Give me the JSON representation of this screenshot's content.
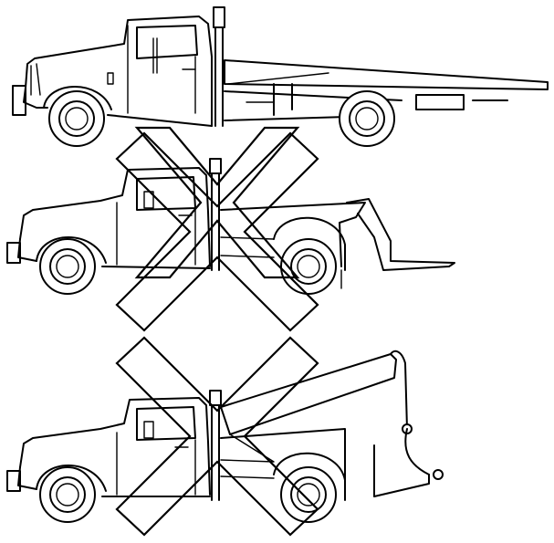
{
  "figure": {
    "background": "#ffffff",
    "line_color": "#000000",
    "trucks": [
      {
        "kind": "flatbed-rollback-tow-truck",
        "status": "acceptable",
        "crossed_out": false
      },
      {
        "kind": "wheel-lift-tow-truck",
        "status": "not-acceptable",
        "crossed_out": true
      },
      {
        "kind": "hook-and-chain-boom-tow-truck",
        "status": "not-acceptable",
        "crossed_out": true
      }
    ]
  }
}
